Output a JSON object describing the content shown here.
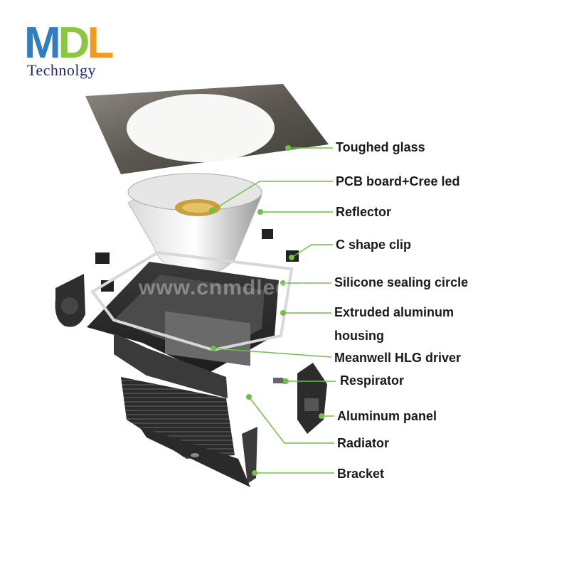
{
  "logo": {
    "letters": [
      {
        "ch": "M",
        "color": "#2f7ec2"
      },
      {
        "ch": "D",
        "color": "#8cc63f"
      },
      {
        "ch": "L",
        "color": "#f39a1e"
      }
    ],
    "subtitle": "Technolgy"
  },
  "watermark": "www.cnmdled.com",
  "colors": {
    "leader": "#6fbf44",
    "label_text": "#1a1a1a"
  },
  "labels": [
    {
      "key": "toughed-glass",
      "text": "Toughed glass"
    },
    {
      "key": "pcb-board",
      "text": "PCB board+Cree led"
    },
    {
      "key": "reflector",
      "text": "Reflector"
    },
    {
      "key": "c-shape-clip",
      "text": "C shape clip"
    },
    {
      "key": "silicone-sealing-circle",
      "text": "Silicone sealing circle"
    },
    {
      "key": "extruded-aluminum",
      "text": "Extruded aluminum"
    },
    {
      "key": "housing",
      "text": "housing"
    },
    {
      "key": "meanwell-driver",
      "text": "Meanwell HLG driver"
    },
    {
      "key": "respirator",
      "text": "Respirator"
    },
    {
      "key": "aluminum-panel",
      "text": "Aluminum panel"
    },
    {
      "key": "radiator",
      "text": "Radiator"
    },
    {
      "key": "bracket",
      "text": "Bracket"
    }
  ]
}
